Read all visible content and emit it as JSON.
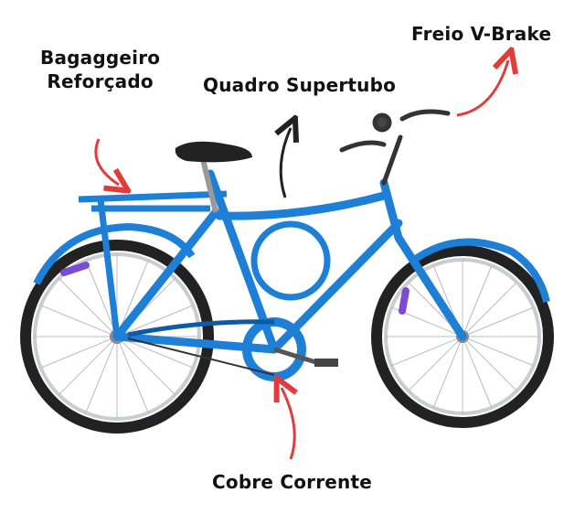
{
  "labels": {
    "bagageiro_line1": "Bagaggeiro",
    "bagageiro_line2": "Reforçado",
    "quadro": "Quadro Supertubo",
    "freio": "Freio V-Brake",
    "cobre": "Cobre Corrente"
  },
  "colors": {
    "frame": "#1e7fd6",
    "frame_dark": "#0f5aa6",
    "tire": "#222222",
    "rim": "#c9ccd0",
    "arrow": "#e23b3b",
    "arrow_dark": "#222222",
    "reflector": "#7b4bd6"
  }
}
